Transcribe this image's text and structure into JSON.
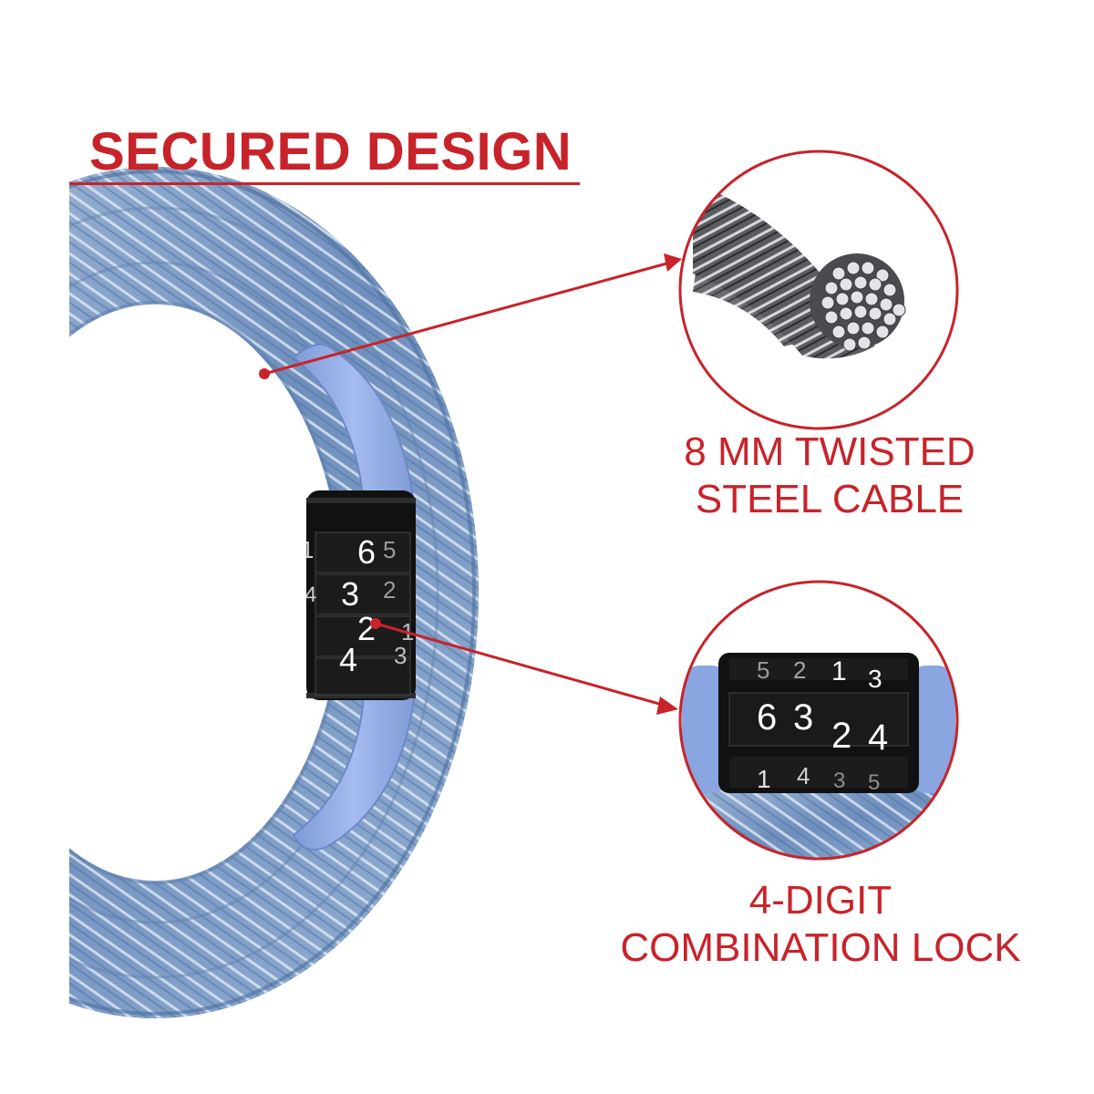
{
  "headline": "SECURED DESIGN",
  "features": [
    {
      "caption_lines": [
        "8 MM TWISTED",
        "STEEL CABLE"
      ],
      "icon": "steel-cable-icon"
    },
    {
      "caption_lines": [
        "4-DIGIT",
        "COMBINATION LOCK"
      ],
      "icon": "combination-lock-icon"
    }
  ],
  "lock_dials": {
    "row_top": [
      "5",
      "2",
      "1",
      "3"
    ],
    "row_code": [
      "6",
      "3",
      "2",
      "4"
    ],
    "row_bottom": [
      "1",
      "4",
      "3",
      "5"
    ]
  },
  "colors": {
    "accent": "#c8232a",
    "cable_blue": "#7d9cc4",
    "sleeve_blue": "#8aa6e0",
    "lock_body": "#111111",
    "steel": "#8f8f93"
  }
}
